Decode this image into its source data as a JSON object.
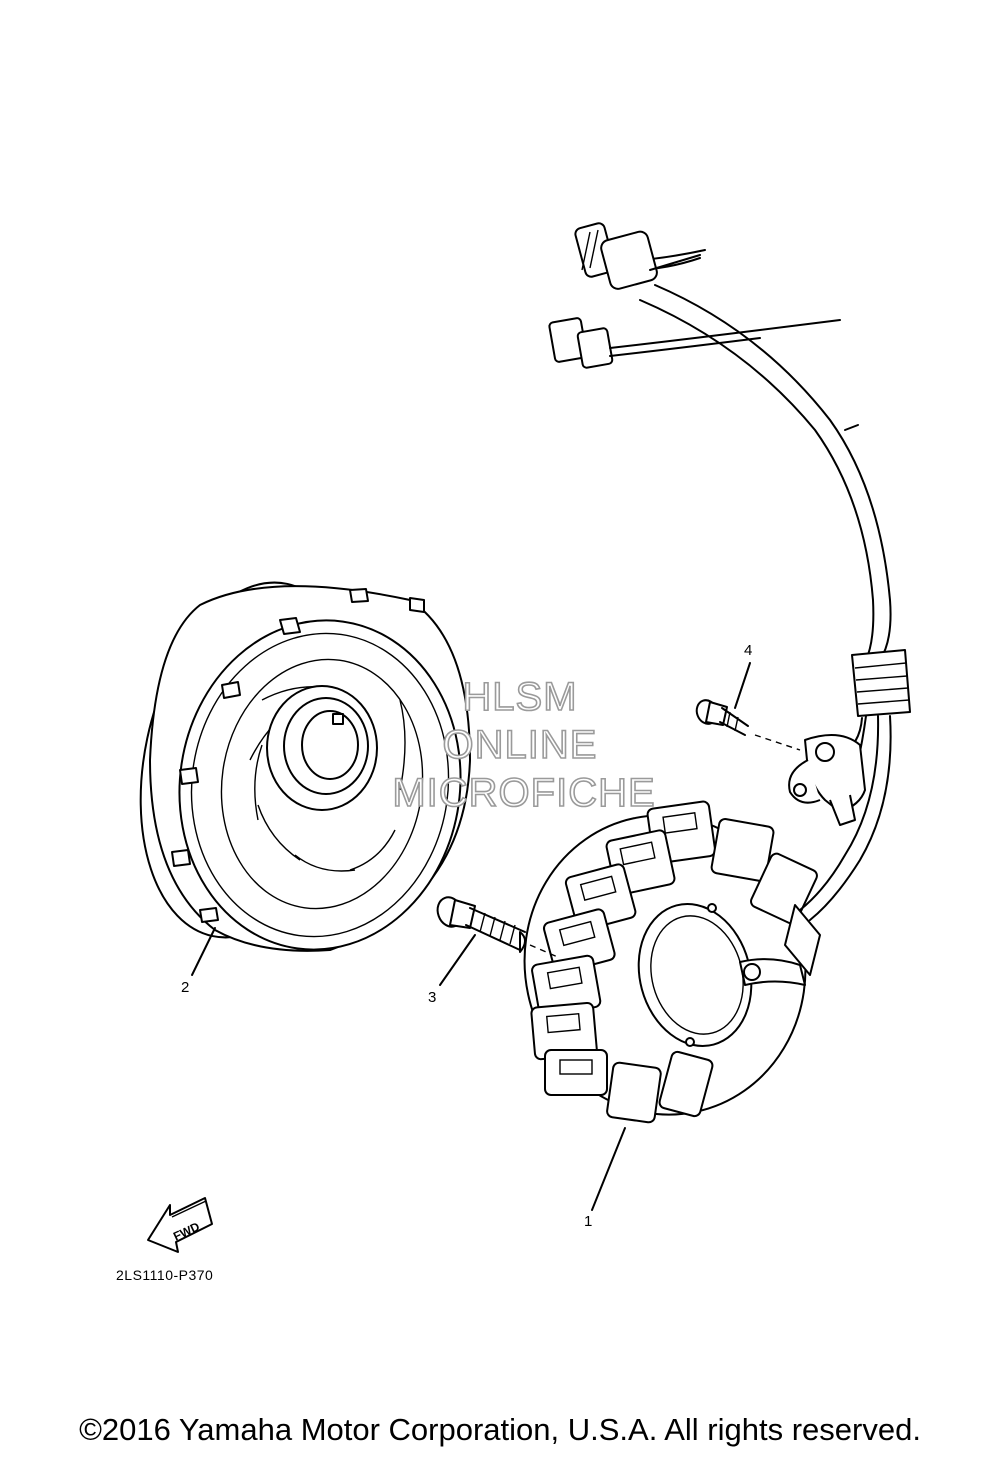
{
  "diagram": {
    "callouts": [
      {
        "id": "1",
        "label": "1"
      },
      {
        "id": "2",
        "label": "2"
      },
      {
        "id": "3",
        "label": "3"
      },
      {
        "id": "4",
        "label": "4"
      }
    ],
    "fwd_label": "FWD",
    "drawing_code": "2LS1110-P370"
  },
  "watermark": {
    "line1": "HLSM",
    "line2": "ONLINE",
    "line3": "MICROFICHE"
  },
  "footer": {
    "copyright": "©2016 Yamaha Motor Corporation, U.S.A. All rights reserved."
  }
}
